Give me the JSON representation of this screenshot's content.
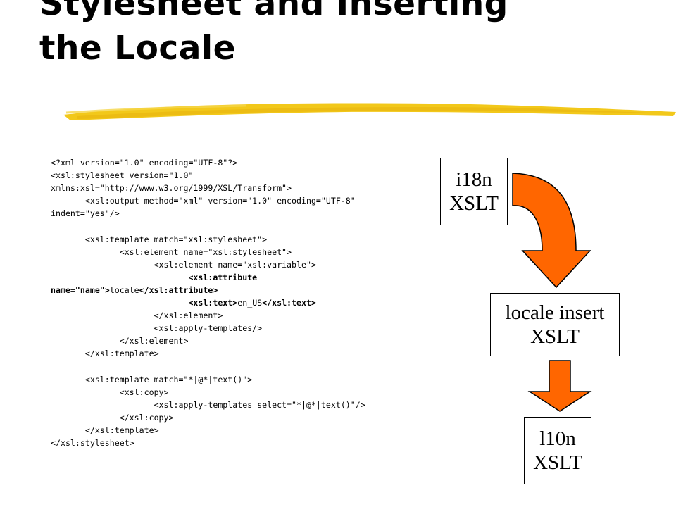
{
  "slide": {
    "title_lines": [
      "Stylesheet and Inserting",
      "the Locale"
    ],
    "code_lines": [
      [
        {
          "t": "<?xml version=\"1.0\" encoding=\"UTF-8\"?>"
        }
      ],
      [
        {
          "t": "<xsl:stylesheet version=\"1.0\""
        }
      ],
      [
        {
          "t": "xmlns:xsl=\"http://www.w3.org/1999/XSL/Transform\">"
        }
      ],
      [
        {
          "t": "       <xsl:output method=\"xml\" version=\"1.0\" encoding=\"UTF-8\""
        }
      ],
      [
        {
          "t": "indent=\"yes\"/>"
        }
      ],
      [
        {
          "t": ""
        }
      ],
      [
        {
          "t": "       <xsl:template match=\"xsl:stylesheet\">"
        }
      ],
      [
        {
          "t": "              <xsl:element name=\"xsl:stylesheet\">"
        }
      ],
      [
        {
          "t": "                     <xsl:element name=\"xsl:variable\">"
        }
      ],
      [
        {
          "t": "                            <xsl:attribute",
          "b": true
        }
      ],
      [
        {
          "t": "name=\"name\">",
          "b": true
        },
        {
          "t": "locale"
        },
        {
          "t": "</xsl:attribute>",
          "b": true
        }
      ],
      [
        {
          "t": "                            <xsl:text>",
          "b": true
        },
        {
          "t": "en_US"
        },
        {
          "t": "</xsl:text>",
          "b": true
        }
      ],
      [
        {
          "t": "                     </xsl:element>"
        }
      ],
      [
        {
          "t": "                     <xsl:apply-templates/>"
        }
      ],
      [
        {
          "t": "              </xsl:element>"
        }
      ],
      [
        {
          "t": "       </xsl:template>"
        }
      ],
      [
        {
          "t": ""
        }
      ],
      [
        {
          "t": "       <xsl:template match=\"*|@*|text()\">"
        }
      ],
      [
        {
          "t": "              <xsl:copy>"
        }
      ],
      [
        {
          "t": "                     <xsl:apply-templates select=\"*|@*|text()\"/>"
        }
      ],
      [
        {
          "t": "              </xsl:copy>"
        }
      ],
      [
        {
          "t": "       </xsl:template>"
        }
      ],
      [
        {
          "t": "</xsl:stylesheet>"
        }
      ]
    ],
    "boxes": {
      "i18n": [
        "i18n",
        "XSLT"
      ],
      "locale": [
        "locale insert",
        "XSLT"
      ],
      "l10n": [
        "l10n",
        "XSLT"
      ]
    },
    "colors": {
      "arrow_fill": "#ff6600",
      "brush": "#f2c81a",
      "text": "#000000"
    }
  }
}
